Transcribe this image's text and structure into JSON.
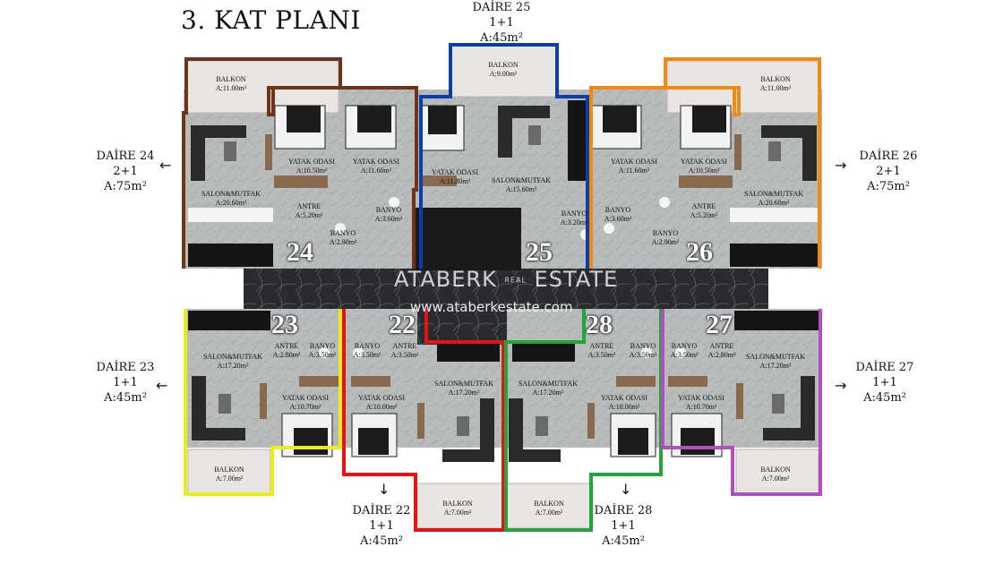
{
  "title": "3. KAT PLANI",
  "colors": {
    "d22": "#e01515",
    "d23": "#ecec1c",
    "d24": "#6e3417",
    "d25": "#0b3fa8",
    "d26": "#f18a12",
    "d27": "#b04fbd",
    "d28": "#22a63b"
  },
  "units": {
    "d24": {
      "name": "DAİRE 24",
      "rooms": "2+1",
      "area": "A:75m²",
      "number": "24"
    },
    "d25": {
      "name": "DAİRE 25",
      "rooms": "1+1",
      "area": "A:45m²",
      "number": "25"
    },
    "d26": {
      "name": "DAİRE 26",
      "rooms": "2+1",
      "area": "A:75m²",
      "number": "26"
    },
    "d23": {
      "name": "DAİRE 23",
      "rooms": "1+1",
      "area": "A:45m²",
      "number": "23"
    },
    "d22": {
      "name": "DAİRE 22",
      "rooms": "1+1",
      "area": "A:45m²",
      "number": "22"
    },
    "d28": {
      "name": "DAİRE 28",
      "rooms": "1+1",
      "area": "A:45m²",
      "number": "28"
    },
    "d27": {
      "name": "DAİRE 27",
      "rooms": "1+1",
      "area": "A:45m²",
      "number": "27"
    }
  },
  "arrows": {
    "right": "→",
    "left": "←",
    "down": "↓"
  },
  "rooms": [
    {
      "label": "BALKON",
      "area": "A:11.00m²"
    },
    {
      "label": "YATAK ODASI",
      "area": "A:10.50m²"
    },
    {
      "label": "YATAK ODASI",
      "area": "A:11.60m²"
    },
    {
      "label": "SALON&MUTFAK",
      "area": "A:20.60m²"
    },
    {
      "label": "ANTRE",
      "area": "A:5.20m²"
    },
    {
      "label": "BANYO",
      "area": "A:3.60m²"
    },
    {
      "label": "BANYO",
      "area": "A:2.90m²"
    },
    {
      "label": "BALKON",
      "area": "A:9.00m²"
    },
    {
      "label": "YATAK ODASI",
      "area": "A:11.80m²"
    },
    {
      "label": "SALON&MUTFAK",
      "area": "A:15.60m²"
    },
    {
      "label": "BANYO",
      "area": "A:3.20m²"
    },
    {
      "label": "YATAK ODASI",
      "area": "A:11.60m²"
    },
    {
      "label": "YATAK ODASI",
      "area": "A:10.50m²"
    },
    {
      "label": "BALKON",
      "area": "A:11.00m²"
    },
    {
      "label": "SALON&MUTFAK",
      "area": "A:20.60m²"
    },
    {
      "label": "ANTRE",
      "area": "A:5.20m²"
    },
    {
      "label": "BANYO",
      "area": "A:3.60m²"
    },
    {
      "label": "BANYO",
      "area": "A:2.90m²"
    },
    {
      "label": "SALON&MUTFAK",
      "area": "A:17.20m²"
    },
    {
      "label": "ANTRE",
      "area": "A:2.80m²"
    },
    {
      "label": "BANYO",
      "area": "A:3.50m²"
    },
    {
      "label": "YATAK ODASI",
      "area": "A:10.70m²"
    },
    {
      "label": "BALKON",
      "area": "A:7.00m²"
    },
    {
      "label": "BANYO",
      "area": "A:3.50m²"
    },
    {
      "label": "ANTRE",
      "area": "A:3.50m²"
    },
    {
      "label": "YATAK ODASI",
      "area": "A:10.00m²"
    },
    {
      "label": "SALON&MUTFAK",
      "area": "A:17.20m²"
    },
    {
      "label": "BALKON",
      "area": "A:7.00m²"
    },
    {
      "label": "SALON&MUTFAK",
      "area": "A:17.20m²"
    },
    {
      "label": "BALKON",
      "area": "A:7.00m²"
    },
    {
      "label": "ANTRE",
      "area": "A:3.50m²"
    },
    {
      "label": "BANYO",
      "area": "A:3.50m²"
    },
    {
      "label": "YATAK ODASI",
      "area": "A:10.00m²"
    },
    {
      "label": "BANYO",
      "area": "A:3.50m²"
    },
    {
      "label": "ANTRE",
      "area": "A:2.80m²"
    },
    {
      "label": "YATAK ODASI",
      "area": "A:10.70m²"
    },
    {
      "label": "SALON&MUTFAK",
      "area": "A:17.20m²"
    },
    {
      "label": "BALKON",
      "area": "A:7.00m²"
    }
  ],
  "watermark": {
    "brand_left": "ATABERK",
    "brand_small": "REAL",
    "brand_right": "ESTATE",
    "url": "www.ataberkestate.com"
  }
}
